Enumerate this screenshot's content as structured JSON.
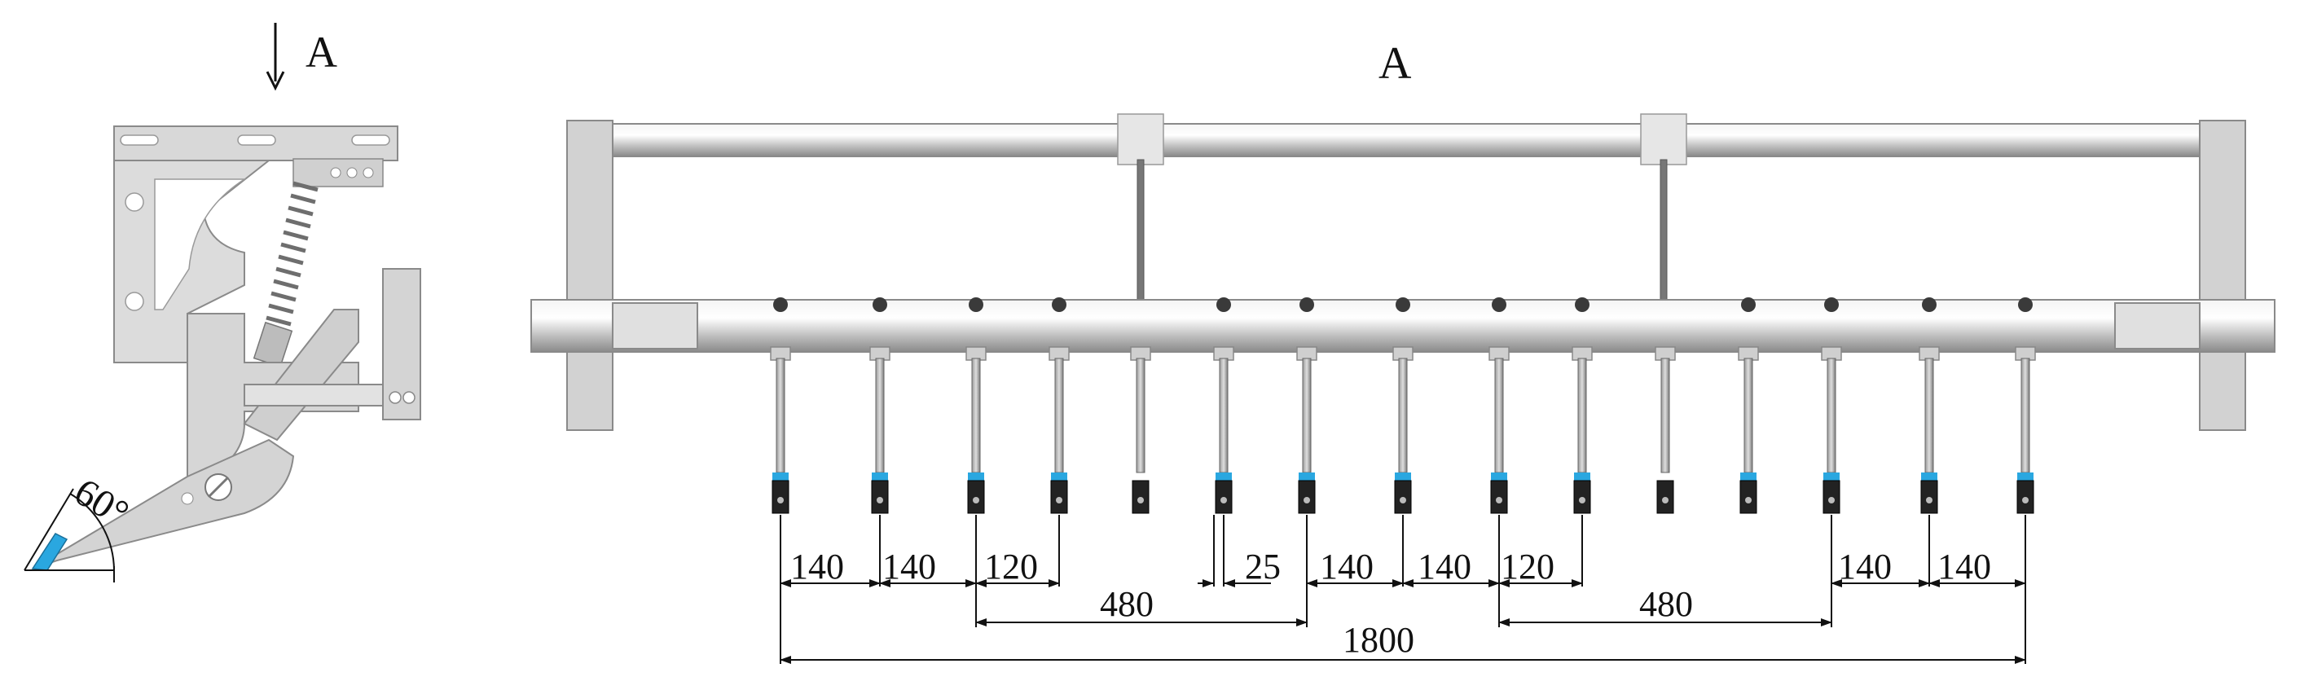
{
  "view_marker": {
    "letter": "A"
  },
  "main_view": {
    "title": "A"
  },
  "side_view": {
    "angle_label": "60°"
  },
  "dimensions": {
    "spacing": [
      "140",
      "140",
      "120",
      "25",
      "140",
      "140",
      "120",
      "140",
      "140"
    ],
    "group_left": "480",
    "group_right": "480",
    "total": "1800"
  },
  "colors": {
    "metal_light": "#dcdcdc",
    "metal_mid": "#b9b9b9",
    "metal_dark": "#6e6e6e",
    "tip_blue": "#2aa7e0",
    "line": "#111111"
  }
}
